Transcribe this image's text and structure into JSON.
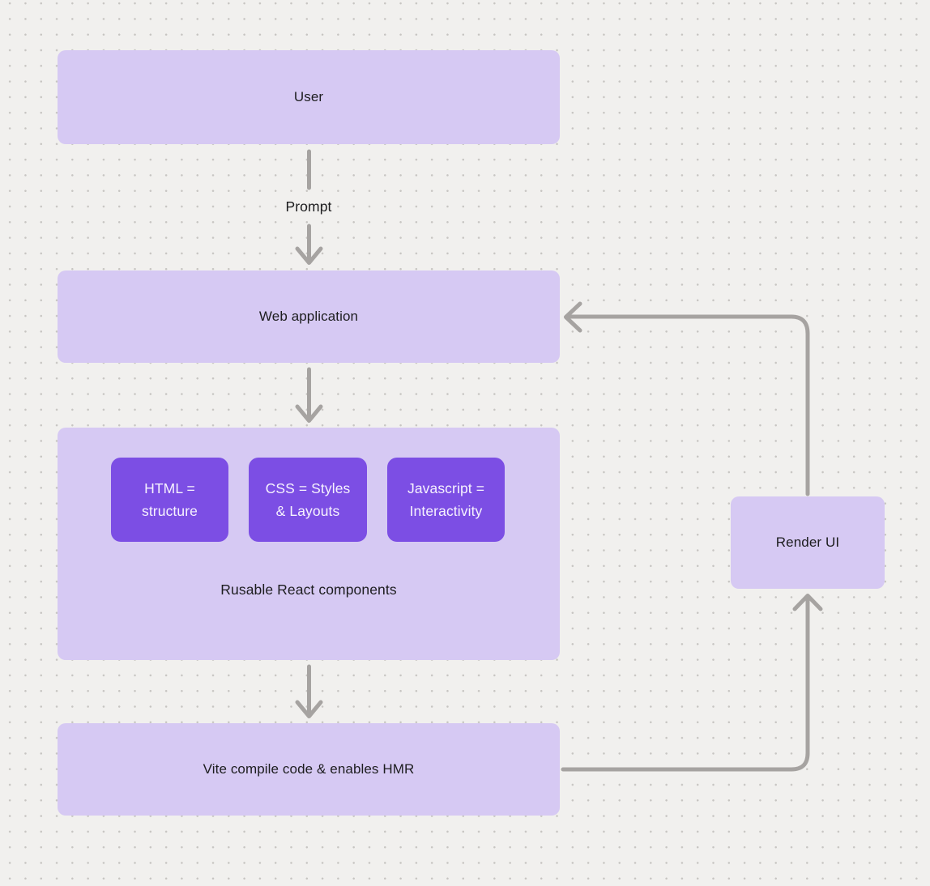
{
  "canvas": {
    "background_color": "#f1f0ee",
    "dot_grid_color": "#c7c5c2",
    "connector_color": "#a6a3a1",
    "node_fill_light": "#d6c9f3",
    "node_fill_dark": "#7c4ee4",
    "node_text_dark": "#1d1d1f",
    "node_text_light": "#f6f2fe"
  },
  "nodes": {
    "user": {
      "label": "User"
    },
    "web_application": {
      "label": "Web application"
    },
    "components_group": {
      "caption": "Rusable React components"
    },
    "html": {
      "label": "HTML = structure"
    },
    "css": {
      "label": "CSS = Styles & Layouts"
    },
    "javascript": {
      "label": "Javascript = Interactivity"
    },
    "vite": {
      "label": "Vite compile code & enables HMR"
    },
    "render_ui": {
      "label": "Render UI"
    }
  },
  "edges": {
    "user_to_webapp": {
      "label": "Prompt"
    },
    "webapp_to_components": {
      "label": ""
    },
    "components_to_vite": {
      "label": ""
    },
    "vite_to_render": {
      "label": ""
    },
    "render_to_webapp": {
      "label": ""
    }
  }
}
